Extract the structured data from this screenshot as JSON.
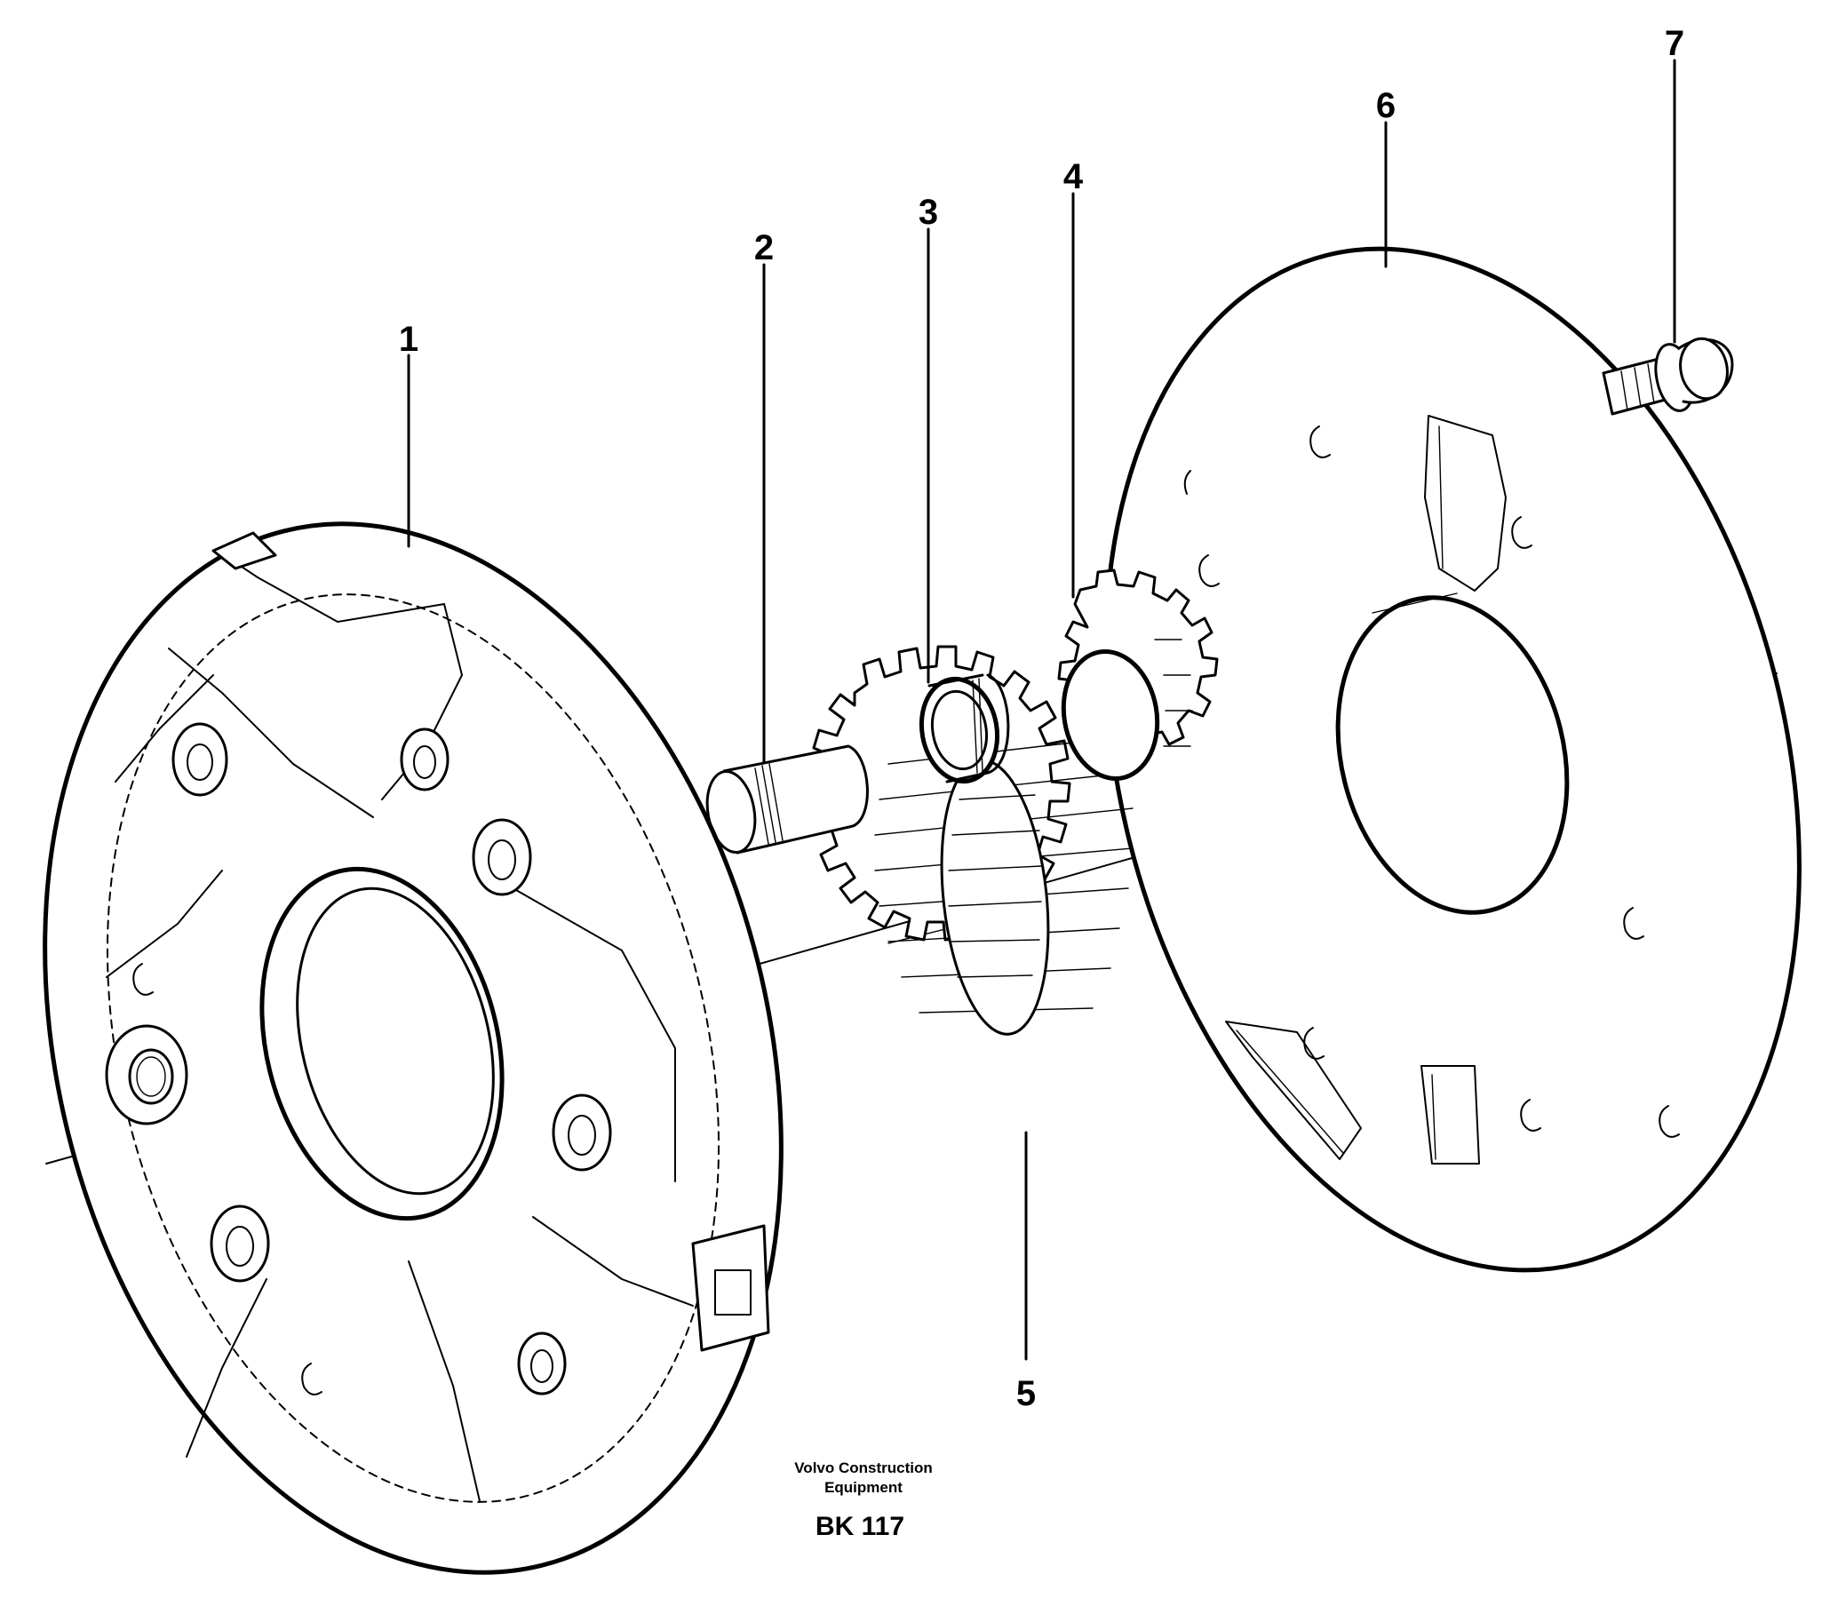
{
  "callouts": {
    "c1": "1",
    "c2": "2",
    "c3": "3",
    "c4": "4",
    "c5": "5",
    "c6": "6",
    "c7": "7"
  },
  "credit": {
    "line1": "Volvo Construction",
    "line2": "Equipment"
  },
  "drawing_code": "BK 117",
  "icons": [
    "pump-housing",
    "shaft-pin",
    "needle-bearing",
    "small-gear",
    "large-gear",
    "cover-plate",
    "flange-screw"
  ]
}
